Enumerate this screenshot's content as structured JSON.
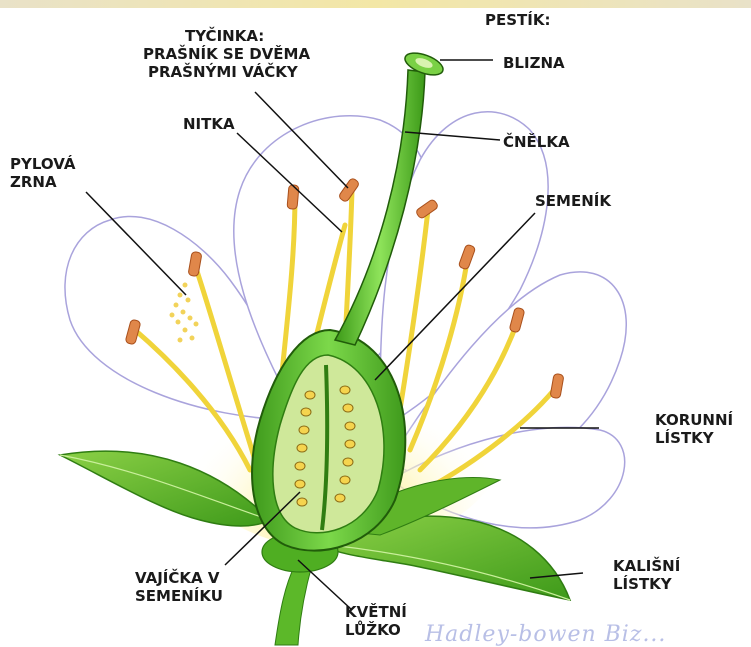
{
  "labels": {
    "tycinka": "TYČINKA:",
    "prasnik_line1": "PRAŠNÍK SE DVĚMA",
    "prasnik_line2": "PRAŠNÝMI VÁČKY",
    "pestik": "PESTÍK:",
    "blizna": "BLIZNA",
    "nitka": "NITKA",
    "cnelka": "ČNĚLKA",
    "pylova_line1": "PYLOVÁ",
    "pylova_line2": "ZRNA",
    "semenik": "SEMENÍK",
    "korunni_line1": "KORUNNÍ",
    "korunni_line2": "LÍSTKY",
    "vajicka_line1": "VAJÍČKA V",
    "vajicka_line2": "SEMENÍKU",
    "kalisni_line1": "KALIŠNÍ",
    "kalisni_line2": "LÍSTKY",
    "kvetni_line1": "KVĚTNÍ",
    "kvetni_line2": "LŮŽKO"
  },
  "watermark": "Hadley-bowen Biz...",
  "colors": {
    "stem_green": "#5cc02a",
    "dark_green": "#2f7d12",
    "petal_outline": "#9f9ad6",
    "stamen_yellow": "#f2d83c",
    "anther_orange": "#d8803a"
  }
}
